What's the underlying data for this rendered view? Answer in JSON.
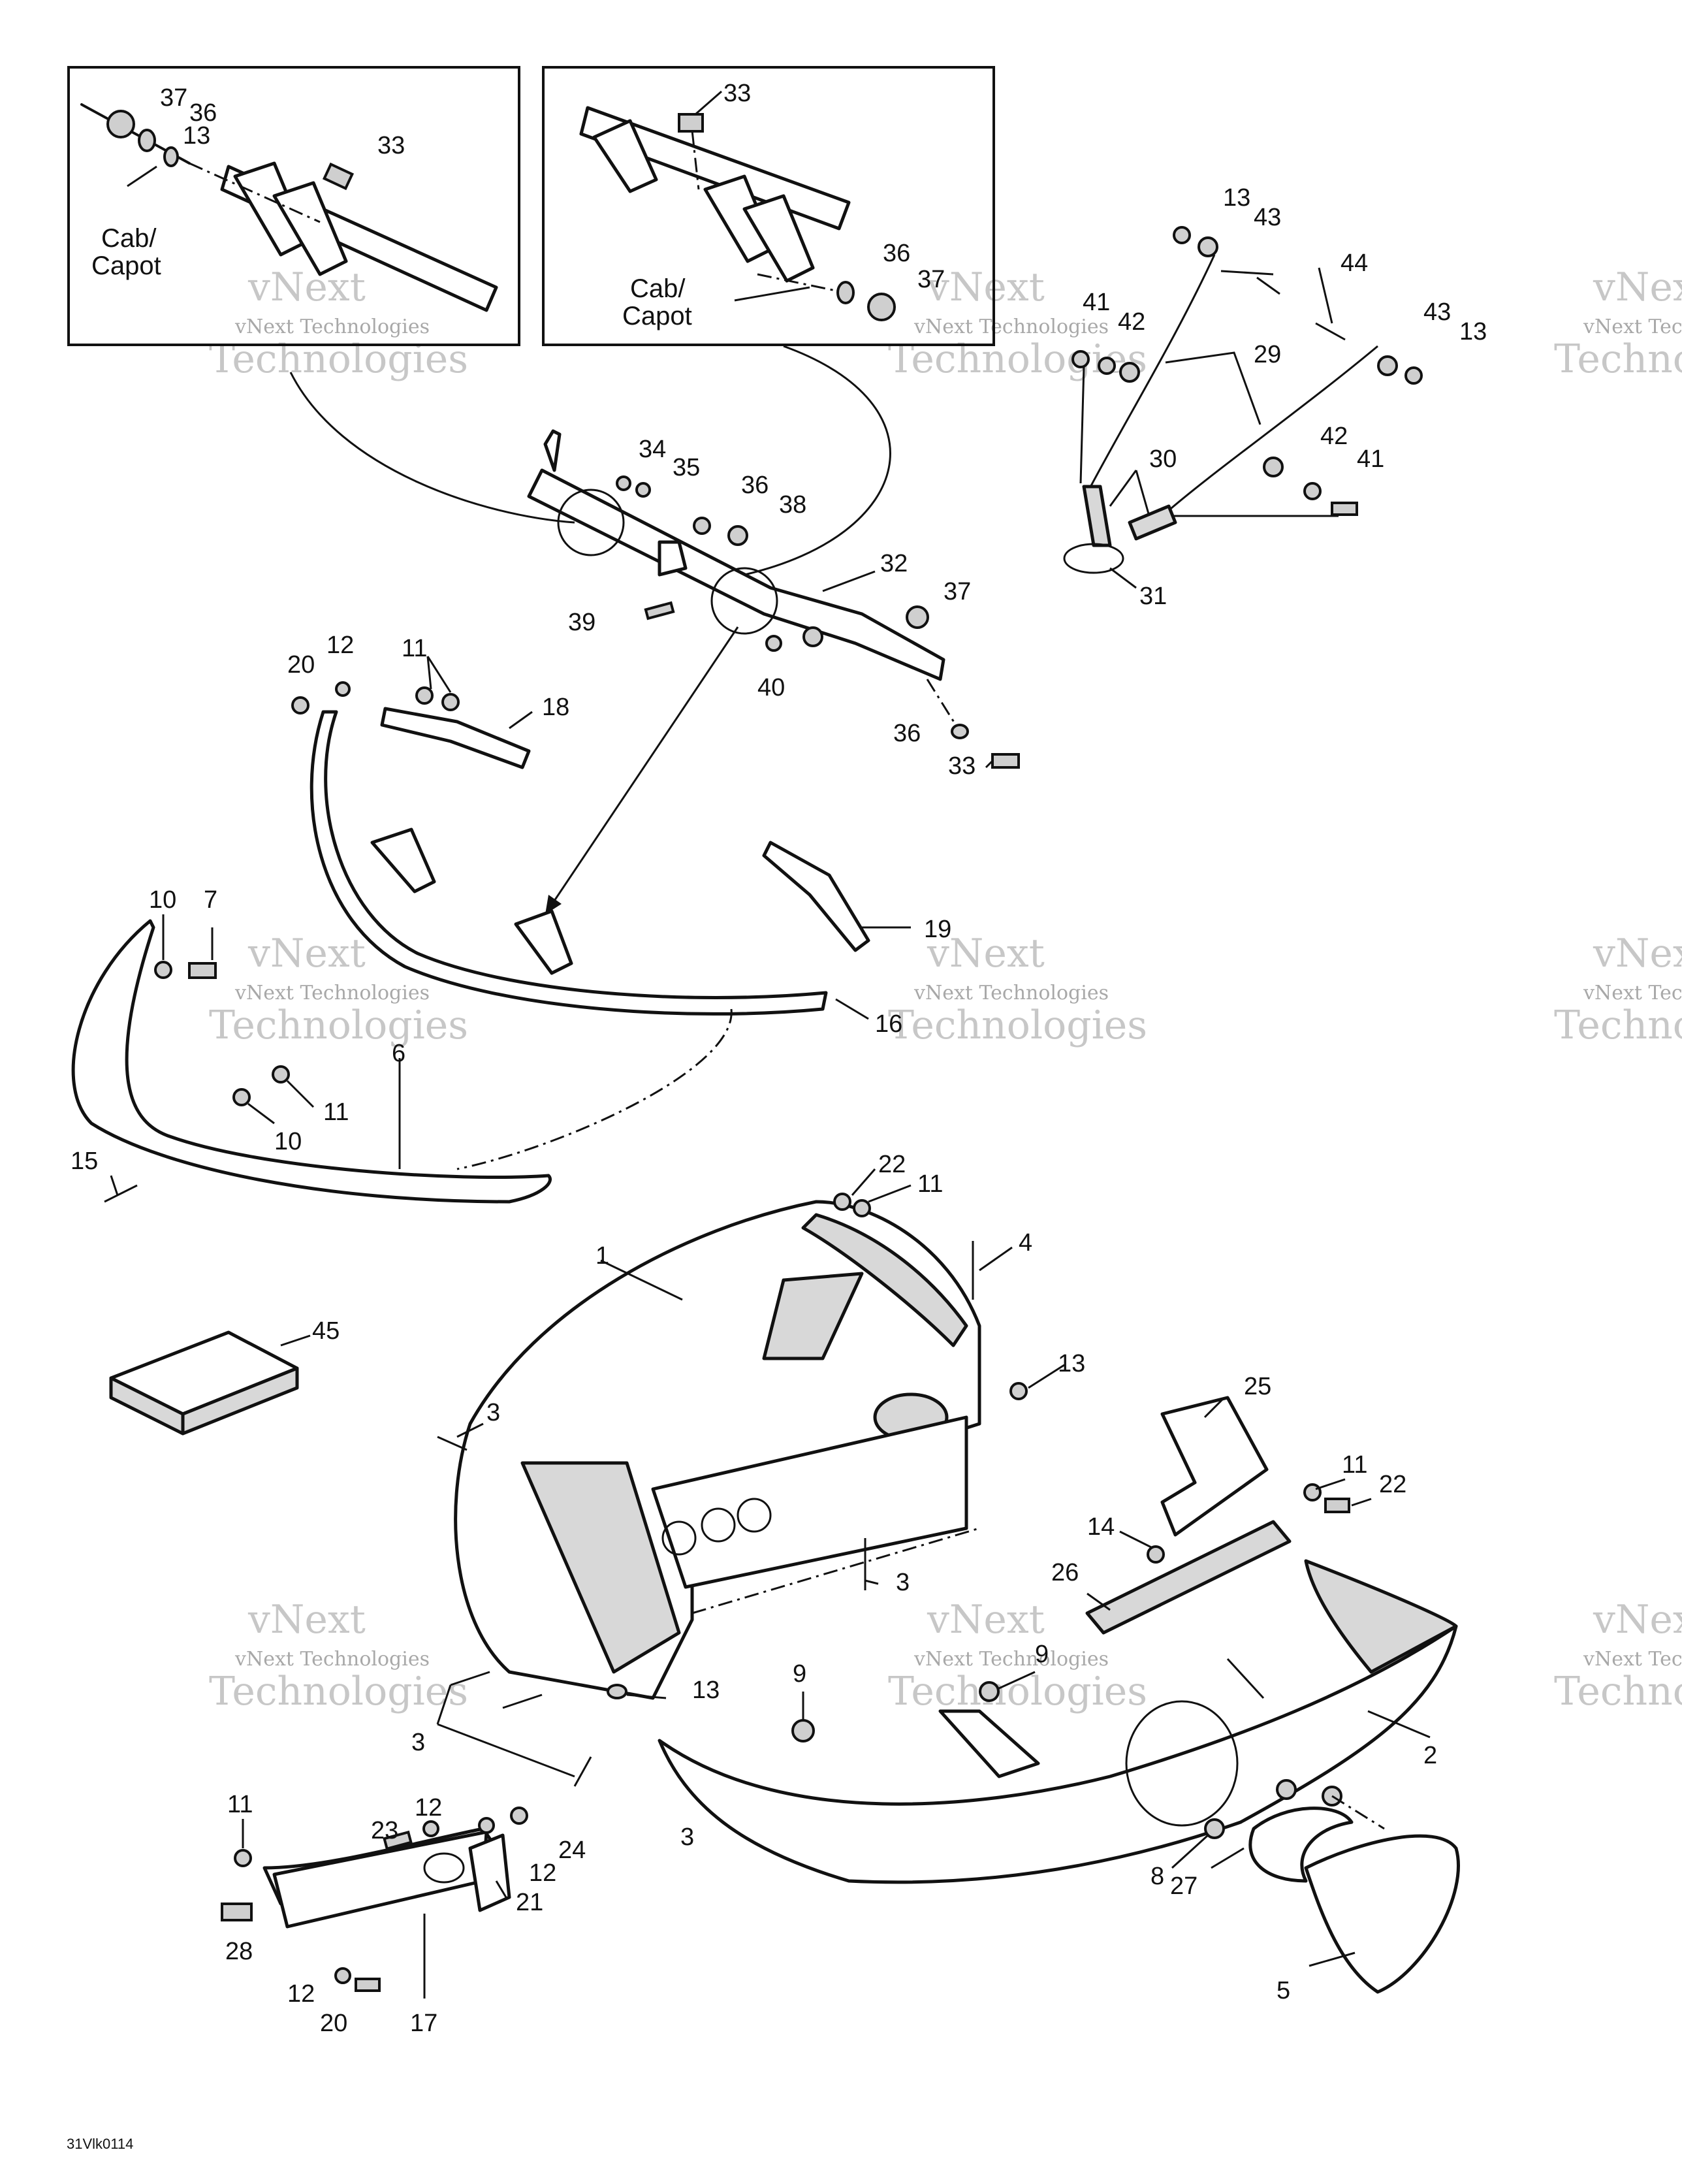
{
  "figure_code": "31Vlk0114",
  "watermark": {
    "brand": "vNext",
    "company": "vNext Technologies",
    "sub": "Technologies"
  },
  "insets": [
    {
      "cab_label": [
        "Cab/",
        "Capot"
      ]
    },
    {
      "cab_label": [
        "Cab/",
        "Capot"
      ]
    }
  ],
  "callouts": [
    "1",
    "2",
    "3",
    "3",
    "3",
    "3",
    "3",
    "4",
    "5",
    "6",
    "7",
    "8",
    "9",
    "9",
    "10",
    "10",
    "11",
    "11",
    "11",
    "11",
    "11",
    "11",
    "12",
    "12",
    "12",
    "12",
    "13",
    "13",
    "13",
    "13",
    "13",
    "13",
    "14",
    "15",
    "16",
    "17",
    "18",
    "19",
    "20",
    "20",
    "21",
    "22",
    "22",
    "23",
    "24",
    "25",
    "26",
    "27",
    "28",
    "29",
    "30",
    "31",
    "32",
    "33",
    "33",
    "33",
    "33",
    "34",
    "35",
    "36",
    "36",
    "36",
    "36",
    "37",
    "37",
    "37",
    "38",
    "39",
    "40",
    "41",
    "41",
    "42",
    "42",
    "43",
    "43",
    "44",
    "45"
  ]
}
